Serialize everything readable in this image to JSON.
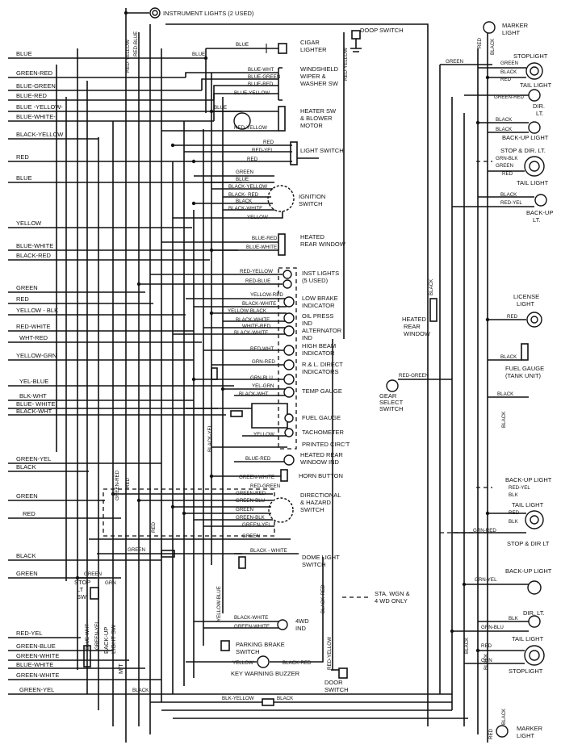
{
  "components": {
    "instrument_lights": "INSTRUMENT LIGHTS (2 USED)",
    "door_switch_top": "DOOP SWITCH",
    "cigar": [
      "CIGAR",
      "LIGHTER"
    ],
    "wiper": [
      "WINDSHIELD",
      "WIPER &",
      "WASHER SW"
    ],
    "heater": [
      "HEATER SW",
      "& BLOWER",
      "MOTOR"
    ],
    "light_switch": "LIGHT SWITCH",
    "ignition": [
      "IGNITION",
      "SWITCH"
    ],
    "heated_rear_window": [
      "HEATED",
      "REAR WINDOW"
    ],
    "inst_lights": [
      "INST LIGHTS",
      "(5 USED)"
    ],
    "low_brake": [
      "LOW BRAKE",
      "INDICATOR"
    ],
    "oil_press": [
      "OIL PRESS",
      "IND"
    ],
    "alternator": [
      "ALTERNATOR",
      "IND"
    ],
    "high_beam": [
      "HIGH BEAM",
      "INDICATOR"
    ],
    "rbl": [
      "R.& L. DIRECT",
      "INDICATORS"
    ],
    "temp_gauge": "TEMP GAUGE",
    "fuel_gauge": "FUEL GAUGE",
    "tachometer": "TACHOMETER",
    "printed_circ": "PRINTED CIRC'T",
    "heated_rear_ind": [
      "HEATED REAR",
      "WINDOW IND"
    ],
    "horn": "HORN BUTTON",
    "directional": [
      "DIRECTIONAL",
      "& HAZARD",
      "SWITCH"
    ],
    "dome": [
      "DOME LIGHT",
      "SWITCH"
    ],
    "sta_wgn": [
      "STA. WGN &",
      "4 WD ONLY"
    ],
    "fourwd": [
      "4WD",
      "IND"
    ],
    "parking_brake": [
      "PARKING BRAKE",
      "SWITCH"
    ],
    "key_warning": "KEY WARNING BUZZER",
    "door_switch_bottom": [
      "DOOR",
      "SWITCH"
    ],
    "stop_lt_sw": [
      "STOP",
      "LT",
      "SW"
    ],
    "backup_light_sw": [
      "BACK-UP",
      "LIGHT SW"
    ],
    "mt": "M/T",
    "marker_top": [
      "MARKER",
      "LIGHT"
    ],
    "stoplight_top": "STOPLIGHT",
    "tail_light_top": "TAIL LIGHT",
    "dir_lt_top": [
      "DIR.",
      "LT."
    ],
    "backup_top": "BACK-UP LIGHT",
    "stop_dir_top": "STOP & DIR. LT.",
    "tail_light2": "TAIL LIGHT",
    "backup_lt": [
      "BACK-UP",
      "LT."
    ],
    "heated_rear_window_right": [
      "HEATED",
      "REAR",
      "WINDOW"
    ],
    "license": [
      "LICENSE",
      "LIGHT"
    ],
    "fuel_gauge_tank": [
      "FUEL GAUGE",
      "(TANK UNIT)"
    ],
    "gear_select": [
      "GEAR",
      "SELECT",
      "SWITCH"
    ],
    "backup_light_r2": "BACK-UP LIGHT",
    "tail_light_r2": "TAIL LIGHT",
    "stop_dir_r2": "STOP & DIR LT",
    "backup_light_r3": "BACK-UP LIGHT",
    "dir_lt_r3": [
      "DIR. LT."
    ],
    "tail_light_r3": "TAIL LIGHT",
    "stoplight_r3": "STOPLIGHT",
    "marker_bottom": [
      "MARKER",
      "LIGHT"
    ]
  },
  "left_wires": [
    "BLUE",
    "GREEN-RED",
    "BLUE-GREEN",
    "BLUE-RED",
    "BLUE -YELLOW-",
    "BLUE-WHITE-",
    "BLACK-YELLOW",
    "RED",
    "BLUE",
    "YELLOW",
    "BLUE-WHITE",
    "BLACK-RED",
    "GREEN",
    "RED",
    "YELLOW - BLK",
    "RED-WHITE",
    "WHT-RED",
    "YELLOW-GRN",
    "YEL-BLUE",
    "BLK-WHT",
    "BLUE- WHITE",
    "BLACK-WHT",
    "GREEN-YEL",
    "BLACK",
    "GREEN",
    "RED",
    "BLACK",
    "GREEN",
    "RED-YEL",
    "GREEN-BLUE",
    "GREEN-WHITE",
    "BLUE-WHITE",
    "GREEN-WHITE",
    "GREEN-YEL"
  ],
  "center_wires": [
    "BLUE",
    "BLUE",
    "BLUE-WHT",
    "BLUE-GREEN",
    "BLUE-RED",
    "BLUE-YELLOW",
    "BLUE",
    "RED-YELLOW",
    "RED",
    "RED-YEL",
    "RED",
    "GREEN",
    "BLUE",
    "BLACK-YELLOW",
    "BLACK- RED",
    "BLACK",
    "BLACK-WHITE",
    "YELLOW",
    "BLUE-RED",
    "BLUE-WHITE",
    "RED-YELLOW",
    "RED-BLUE",
    "YELLOW-RED",
    "BLACK-WHITE",
    "YELLOW-BLACK",
    "BLACK-WHITE",
    "WHITE-RED",
    "BLACK-WHITE",
    "RED-WHT",
    "GRN-RED",
    "GRN-BLU",
    "YEL-GRN",
    "BLACK-WHT",
    "YELLOW",
    "BLUE-RED",
    "GREEN-WHITE",
    "RED-GREEN",
    "GREEN-RED",
    "GREEN-BLU",
    "GREEN",
    "GREEN-BLK",
    "GREEN-YEL",
    "GREEN",
    "GREEN",
    "BLACK - WHITE",
    "BLACK-WHITE",
    "GREEN-WHITE",
    "YELLOW",
    "BLACK-RED",
    "BLK-YELLOW",
    "BLACK",
    "BLACK",
    "GREEN",
    "GRN",
    "BLUE-WHT",
    "GREEN-YEL",
    "RED-YELLOW",
    "RED-BLUE",
    "RED-YELLOW",
    "GREEN-RED",
    "RED",
    "RED",
    "BLACK-YEL",
    "YELLOW-BLUE",
    "BLACK-RED",
    "RED-YELLOW"
  ],
  "right_wires": [
    "GREEN",
    "RED",
    "BLACK",
    "GREEN",
    "BLACK",
    "RED",
    "GREEN-RED",
    "BLACK",
    "BLACK",
    "GRN-BLK",
    "GREEN",
    "RED",
    "BLACK",
    "RED-YEL",
    "BLACK",
    "RED",
    "BLACK",
    "RED-GREEN",
    "BLACK",
    "BLACK",
    "RED-YEL",
    "BLK",
    "RED",
    "BLK",
    "GRN-RED",
    "GRN-YEL",
    "BLK",
    "GRN-BLU",
    "RED",
    "GRN",
    "BLACK",
    "BLACK",
    "RED",
    "BLACK"
  ]
}
